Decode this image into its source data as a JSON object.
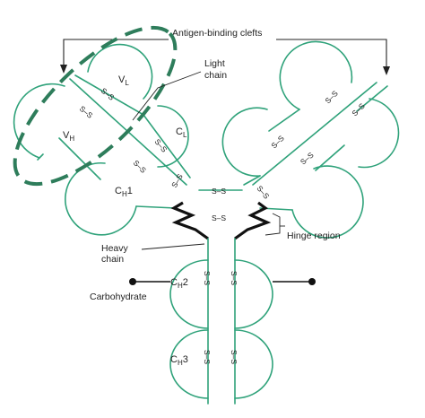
{
  "labels": {
    "antigen_binding_clefts": "Antigen-binding clefts",
    "light_chain_line1": "Light",
    "light_chain_line2": "chain",
    "hinge_region": "Hinge region",
    "heavy_chain_line1": "Heavy",
    "heavy_chain_line2": "chain",
    "carbohydrate": "Carbohydrate"
  },
  "domains": {
    "vl": {
      "main": "V",
      "sub": "L"
    },
    "cl": {
      "main": "C",
      "sub": "L"
    },
    "vh": {
      "main": "V",
      "sub": "H"
    },
    "ch1": {
      "main": "C",
      "sub": "H",
      "suffix": "1"
    },
    "ch2": {
      "main": "C",
      "sub": "H",
      "suffix": "2"
    },
    "ch3": {
      "main": "C",
      "sub": "H",
      "suffix": "3"
    }
  },
  "disulfide": "S–S",
  "colors": {
    "chain": "#2fa27a",
    "dashed_outline": "#2e7d5b",
    "hinge": "#111111"
  }
}
